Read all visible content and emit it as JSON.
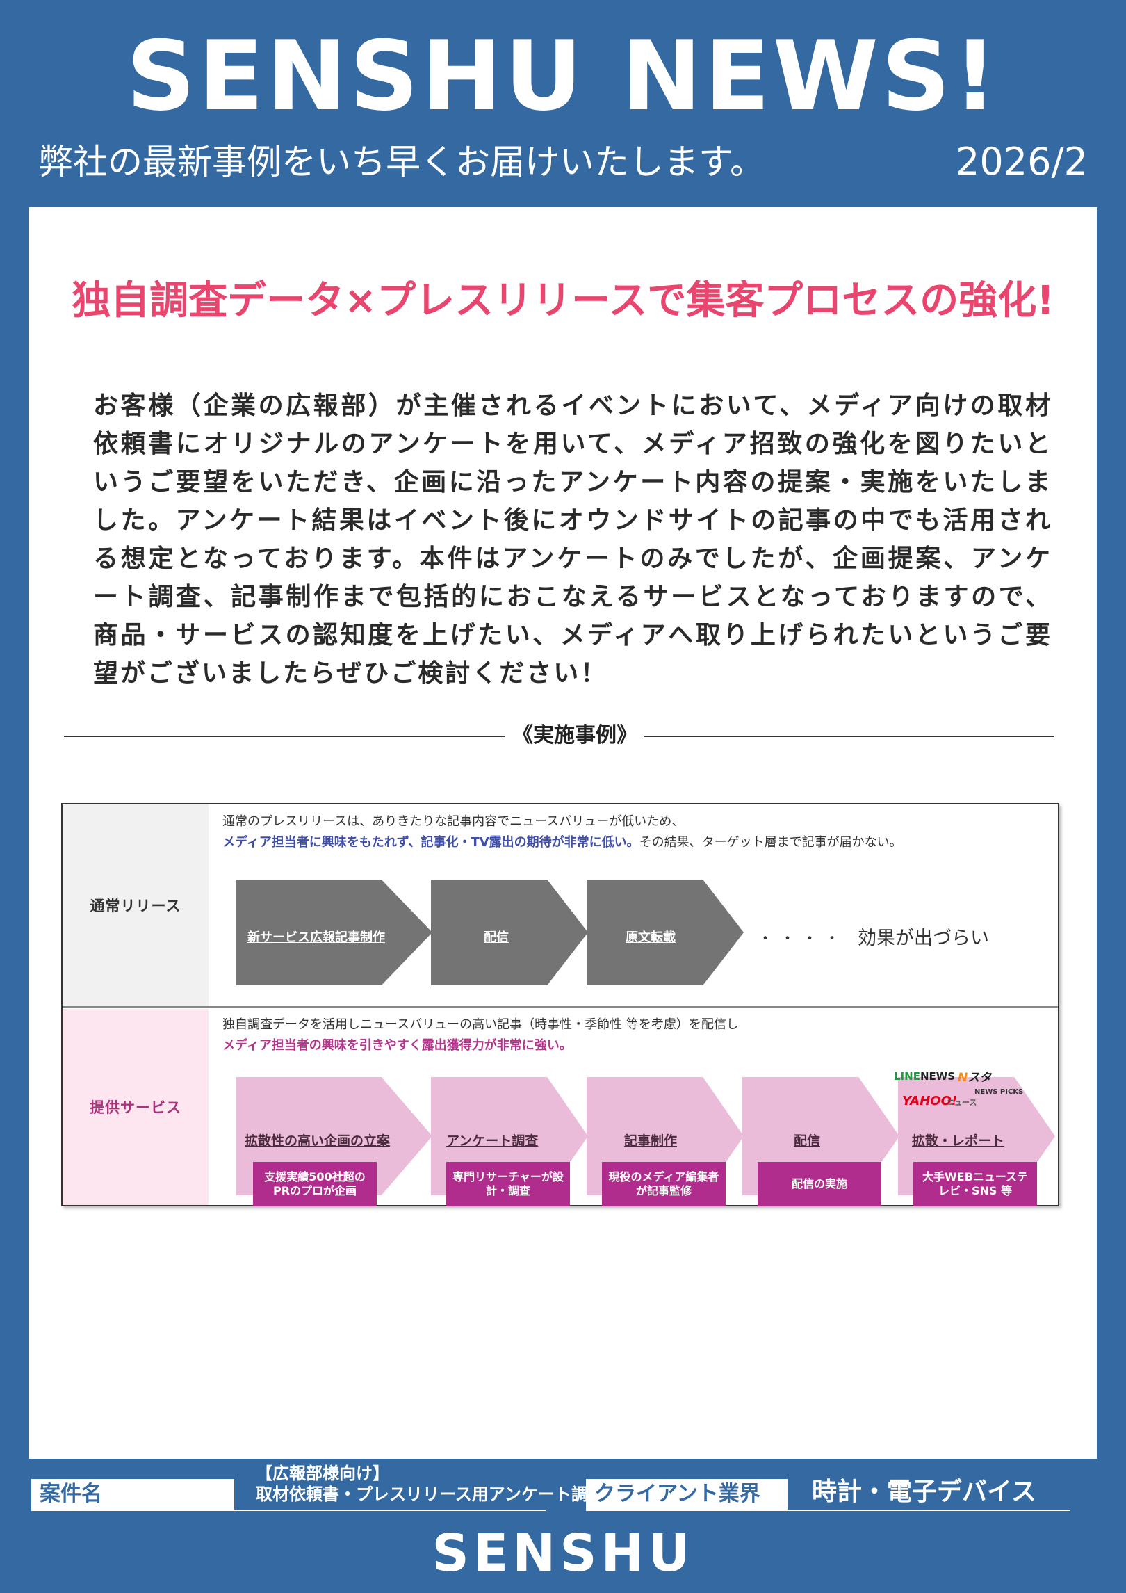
{
  "masthead": {
    "title": "SENSHU NEWS!",
    "tagline": "弊社の最新事例をいち早くお届けいたします。",
    "issue": "2026/2"
  },
  "article": {
    "headline": "独自調査データ×プレスリリースで集客プロセスの強化!",
    "lead": "お客様（企業の広報部）が主催されるイベントにおいて、メディア向けの取材依頼書にオリジナルのアンケートを用いて、メディア招致の強化を図りたいというご要望をいただき、企画に沿ったアンケート内容の提案・実施をいたしました。アンケート結果はイベント後にオウンドサイトの記事の中でも活用される想定となっております。本件はアンケートのみでしたが、企画提案、アンケート調査、記事制作まで包括的におこなえるサービスとなっておりますので、商品・サービスの認知度を上げたい、メディアへ取り上げられたいというご要望がございましたらぜひご検討ください！",
    "section_title": "《実施事例》"
  },
  "diagram": {
    "normal": {
      "label": "通常リリース",
      "note_line1": "通常のプレスリリースは、ありきたりな記事内容でニュースバリューが低いため、",
      "note_line2_highlight": "メディア担当者に興味をもたれず、記事化・TV露出の期待が非常に低い。",
      "note_line2_rest": "その結果、ターゲット層まで記事が届かない。",
      "steps": [
        "新サービス広報記事制作",
        "配信",
        "原文転載"
      ],
      "dots": "・・・・",
      "effect": "効果が出づらい"
    },
    "service": {
      "label": "提供サービス",
      "note_line1": "独自調査データを活用しニュースバリューの高い記事（時事性・季節性 等を考慮）を配信し",
      "note_line2_highlight": "メディア担当者の興味を引きやすく露出獲得力が非常に強い。",
      "steps": [
        {
          "title": "拡散性の高い企画の立案",
          "badge": "支援実績500社超のPRのプロが企画"
        },
        {
          "title": "アンケート調査",
          "badge": "専門リサーチャーが設計・調査"
        },
        {
          "title": "記事制作",
          "badge": "現役のメディア編集者が記事監修"
        },
        {
          "title": "配信",
          "badge": "配信の実施"
        },
        {
          "title": "拡散・レポート",
          "badge": "大手WEBニューステレビ・SNS 等"
        }
      ],
      "logos": {
        "line_news_a": "LINE",
        "line_news_b": "NEWS",
        "nsta_a": "N",
        "nsta_b": "スタ",
        "yahoo": "YAHOO!",
        "yahoo_news": "ニュース",
        "newspicks": "NEWS PICKS"
      }
    }
  },
  "footer": {
    "case_label": "案件名",
    "case_line1": "【広報部様向け】",
    "case_line2": "取材依頼書・プレスリリース用アンケート調査",
    "client_label": "クライアント業界",
    "client_value": "時計・電子デバイス",
    "logo": "SENSHU"
  },
  "colors": {
    "brand_blue": "#3469a1",
    "headline_pink": "#e8466f",
    "badge_magenta": "#b02d8e",
    "arrow_gray": "#757475",
    "arrow_pink": "#ebbcd9",
    "highlight_blue": "#3f4fa8"
  }
}
